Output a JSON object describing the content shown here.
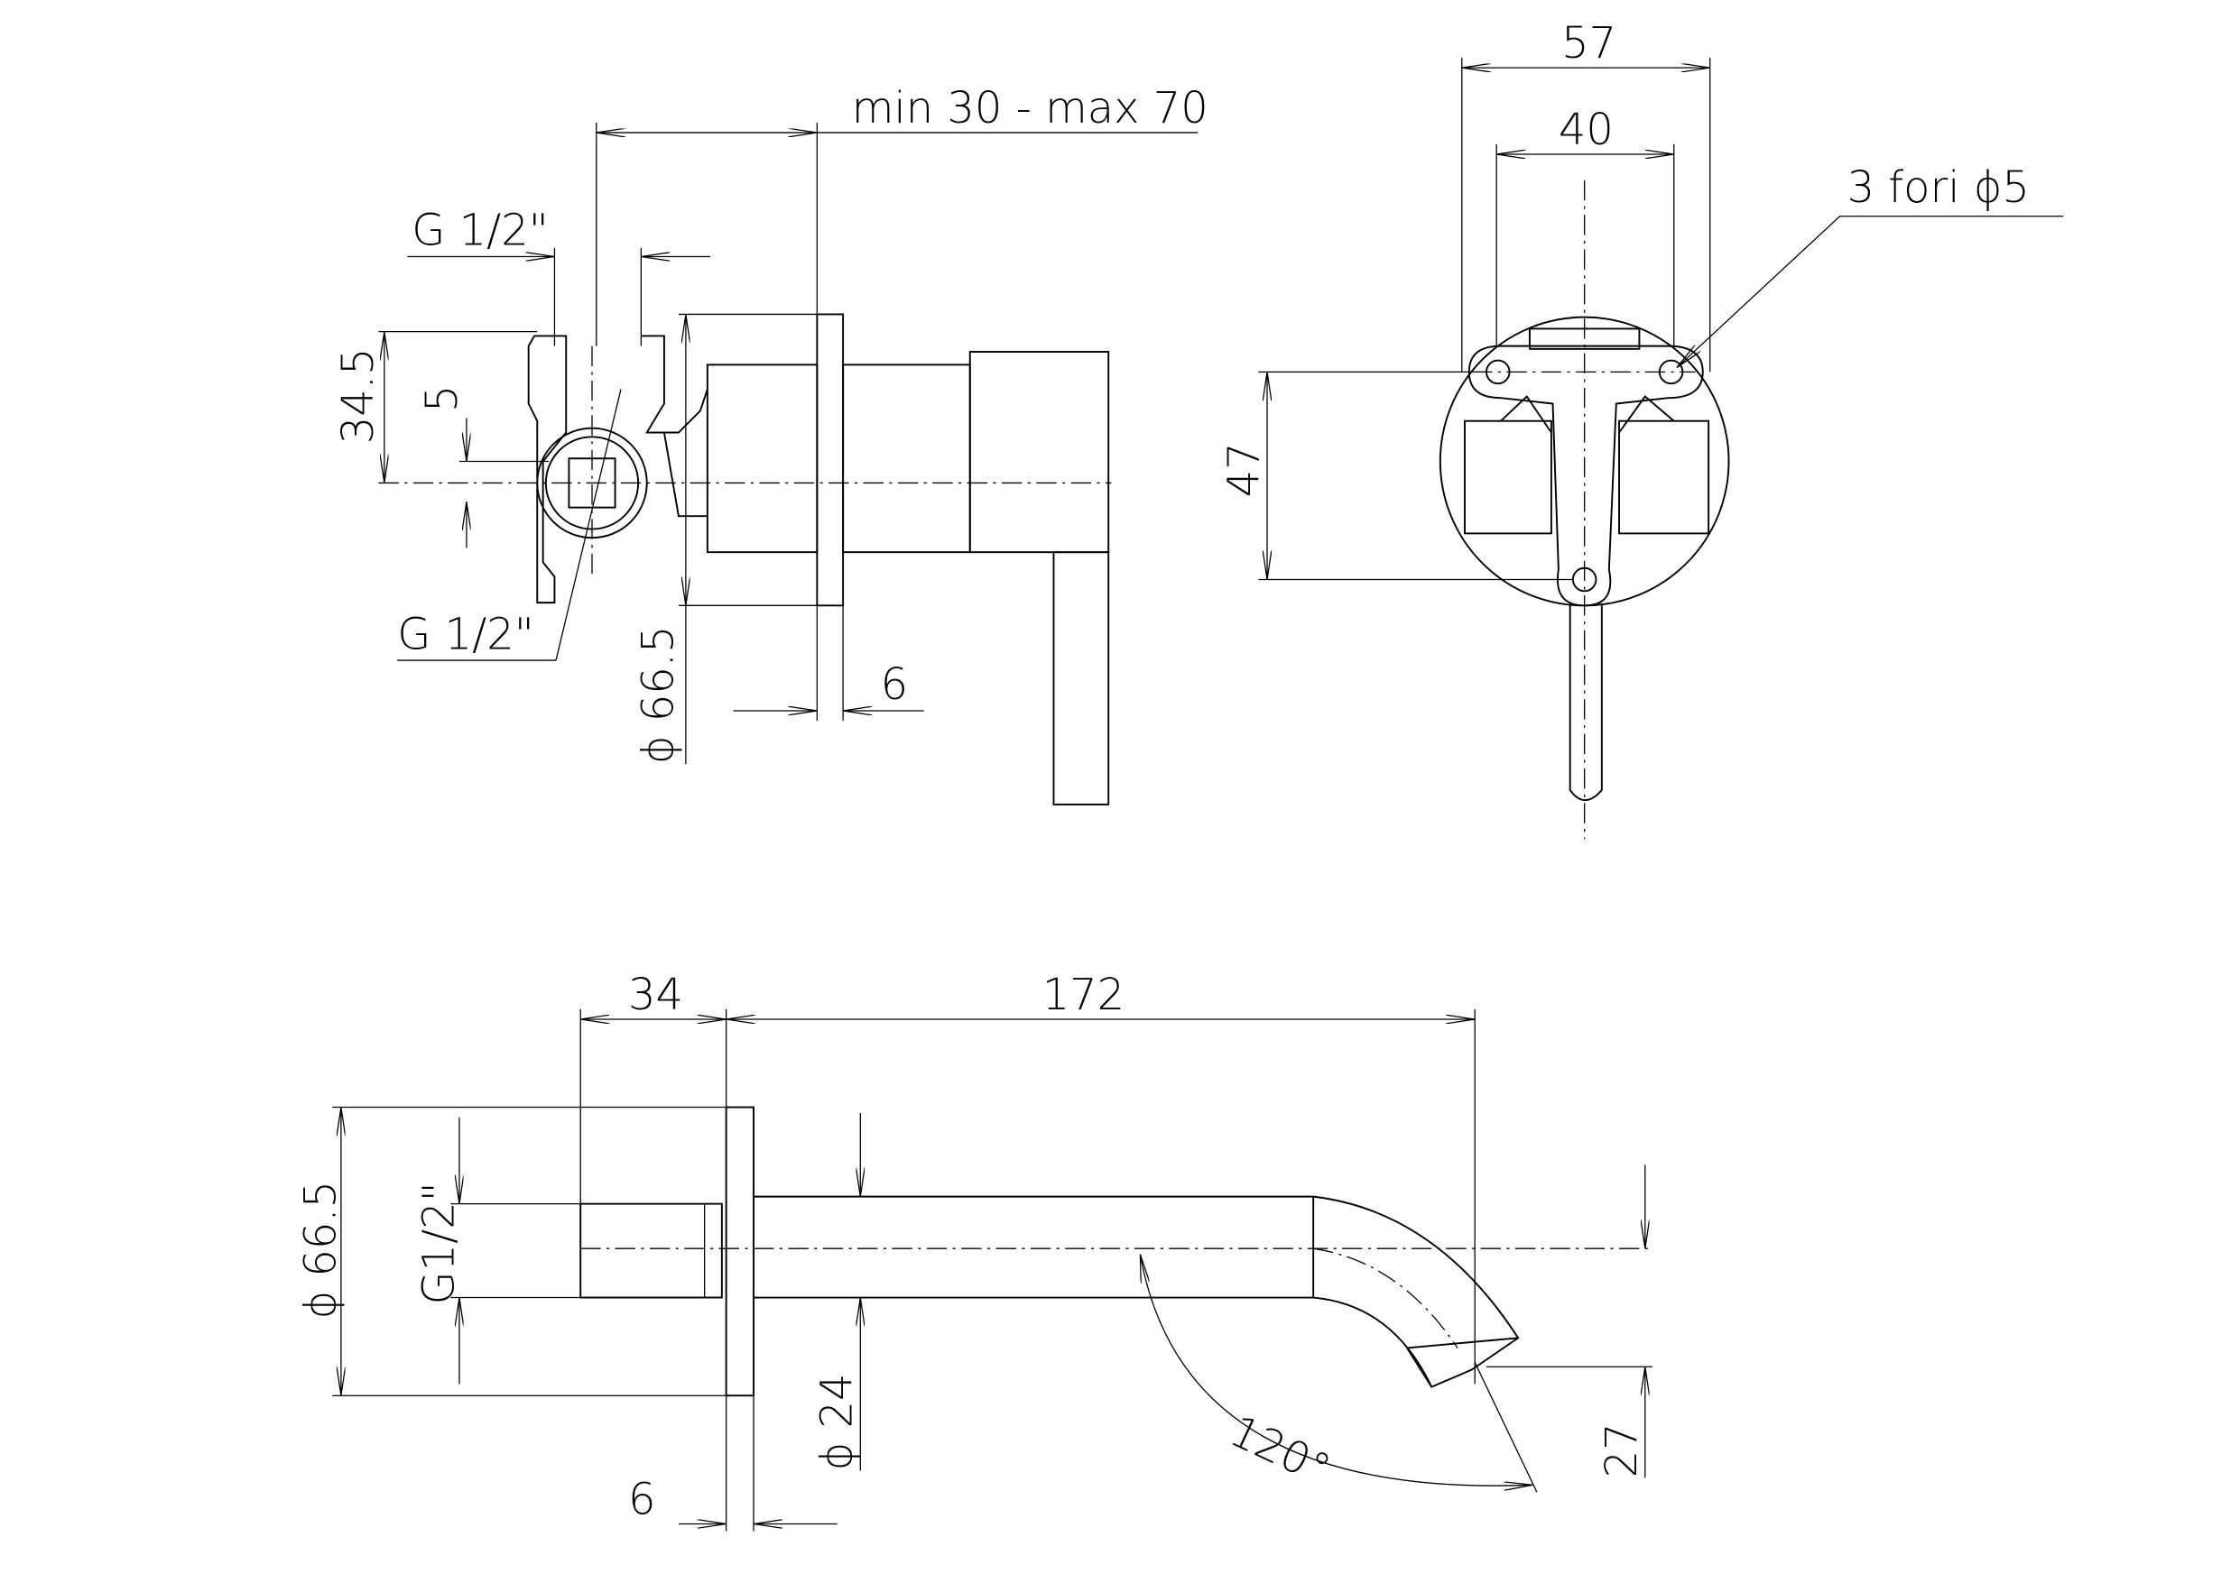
{
  "top_view": {
    "min_max": "min 30 - max 70",
    "thread_top": "G 1/2\"",
    "height_offset": "34.5",
    "small_offset": "5",
    "thread_bottom": "G 1/2\"",
    "flange_diameter": "ϕ 66.5",
    "flange_thickness": "6"
  },
  "front_view": {
    "outer_width": "57",
    "hole_spacing": "40",
    "holes_note": "3 fori ϕ5",
    "vertical_spacing": "47"
  },
  "spout_view": {
    "stub_length": "34",
    "spout_length": "172",
    "flange_diameter": "ϕ 66.5",
    "thread": "G1/2\"",
    "pipe_diameter": "ϕ 24",
    "flange_thickness": "6",
    "angle": "120°",
    "drop": "27"
  },
  "colors": {
    "ink": "#000000",
    "background": "#ffffff"
  }
}
